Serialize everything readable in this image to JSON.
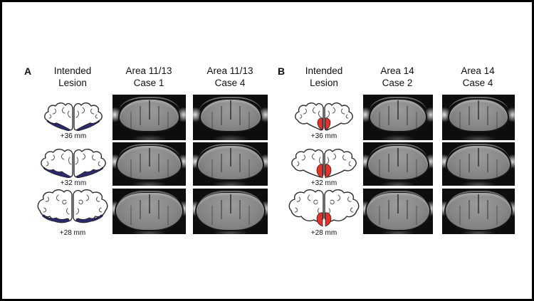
{
  "figure": {
    "background": "#ffffff",
    "frame_color": "#000000",
    "panels": [
      {
        "label": "A",
        "intended_header": {
          "line1": "Intended",
          "line2": "Lesion"
        },
        "lesion_color": "#2b2a6b",
        "slices": [
          {
            "level_label": "+36 mm"
          },
          {
            "level_label": "+32 mm"
          },
          {
            "level_label": "+28 mm"
          }
        ],
        "mri_columns": [
          {
            "area": "Area 11/13",
            "case": "Case 1"
          },
          {
            "area": "Area 11/13",
            "case": "Case 4"
          }
        ]
      },
      {
        "label": "B",
        "intended_header": {
          "line1": "Intended",
          "line2": "Lesion"
        },
        "lesion_color": "#e2332a",
        "slices": [
          {
            "level_label": "+36 mm"
          },
          {
            "level_label": "+32 mm"
          },
          {
            "level_label": "+28 mm"
          }
        ],
        "mri_columns": [
          {
            "area": "Area 14",
            "case": "Case 2"
          },
          {
            "area": "Area 14",
            "case": "Case 4"
          }
        ]
      }
    ]
  }
}
